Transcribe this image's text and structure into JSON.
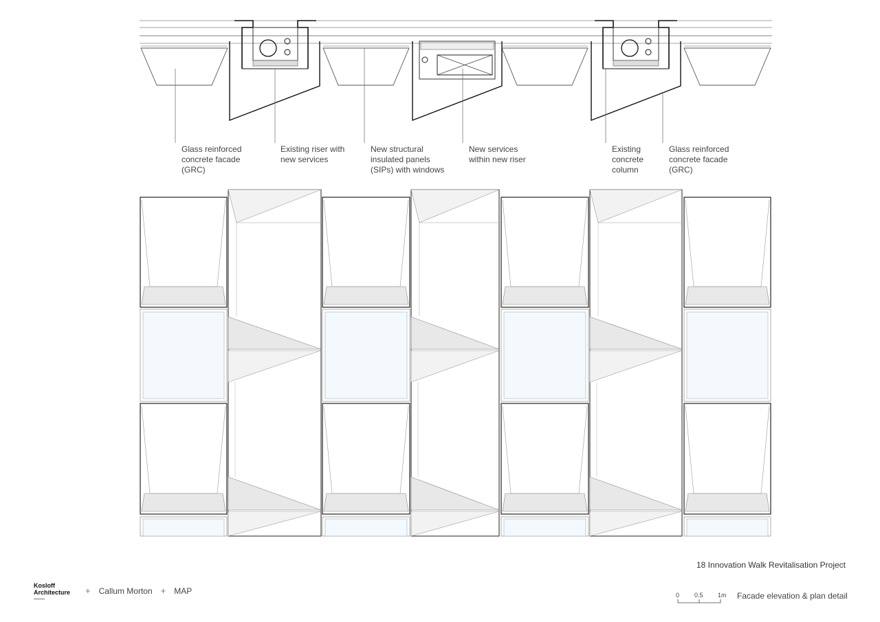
{
  "labels": {
    "grc_left": [
      "Glass reinforced",
      "concrete facade",
      "(GRC)"
    ],
    "existing_riser": [
      "Existing riser with",
      "new services"
    ],
    "sips": [
      "New structural",
      "insulated panels",
      "(SIPs) with windows"
    ],
    "new_services": [
      "New services",
      "within new riser"
    ],
    "existing_column": [
      "Existing",
      "concrete",
      "column"
    ],
    "grc_right": [
      "Glass reinforced",
      "concrete facade",
      "(GRC)"
    ]
  },
  "footer": {
    "project_title": "18 Innovation Walk Revitalisation Project",
    "drawing_caption": "Facade elevation & plan detail",
    "logo_line1": "Kosloff",
    "logo_line2": "Architecture",
    "separator": "+",
    "partner1": "Callum Morton",
    "partner2": "MAP"
  },
  "scale_bar": {
    "ticks": [
      "0",
      "0.5",
      "1m"
    ]
  },
  "colors": {
    "line": "#222222",
    "thin_line": "#888888",
    "glass": "#f3f9fd",
    "shade": "#e8e8e8"
  }
}
